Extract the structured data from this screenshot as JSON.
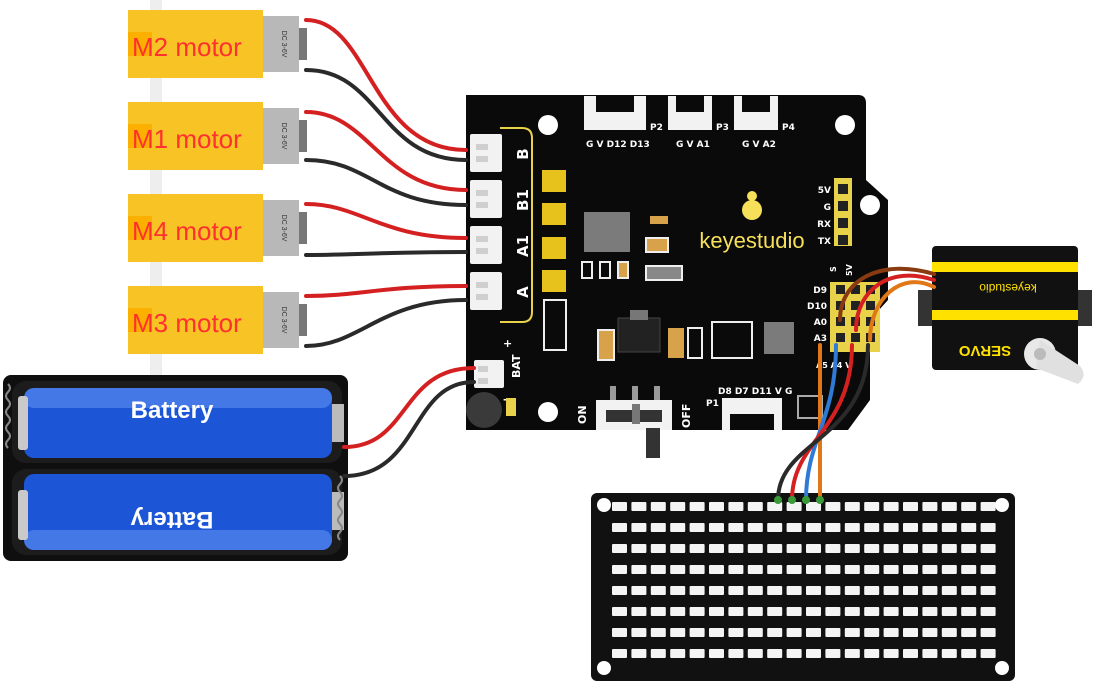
{
  "motors": [
    {
      "label": "M2 motor",
      "spec": "DC 3-6V"
    },
    {
      "label": "M1 motor",
      "spec": "DC 3-6V"
    },
    {
      "label": "M4 motor",
      "spec": "DC 3-6V"
    },
    {
      "label": "M3 motor",
      "spec": "DC 3-6V"
    }
  ],
  "battery": {
    "top_label": "Battery",
    "bottom_label": "Battery"
  },
  "board": {
    "brand": "keyestudio",
    "motor_ports": [
      "B",
      "B1",
      "A1",
      "A"
    ],
    "bat_label": "BAT",
    "bat_plus": "+",
    "bat_minus": "-",
    "switch_on": "ON",
    "switch_off": "OFF",
    "header_p2_label": "P2",
    "header_p2_pins": "G V D12 D13",
    "header_p3_label": "P3",
    "header_p3_pins": "G V A1",
    "header_p4_label": "P4",
    "header_p4_pins": "G V A2",
    "header_p1_label": "P1",
    "header_p1_pins": "D8 D7 D11 V G",
    "serial_pins": [
      "5V",
      "G",
      "RX",
      "TX"
    ],
    "analog_pins": [
      "D9",
      "D10",
      "A0",
      "A3"
    ],
    "power_rail_labels": [
      "S",
      "5V"
    ],
    "bottom_rail_labels": "A5 A4 V"
  },
  "servo": {
    "brand": "keyestudio",
    "model": "SERVO"
  },
  "colors": {
    "board": "#0a0a0a",
    "board_accent": "#e8d24a",
    "motor_yellow": "#f8c325",
    "motor_label": "#ff3030",
    "battery_blue": "#1c56d6",
    "wire_red": "#d42020",
    "wire_black": "#2a2a2a",
    "wire_blue": "#2f7ad6",
    "wire_orange": "#e07818",
    "wire_brown": "#8a3a10",
    "led_matrix": "#111111"
  }
}
